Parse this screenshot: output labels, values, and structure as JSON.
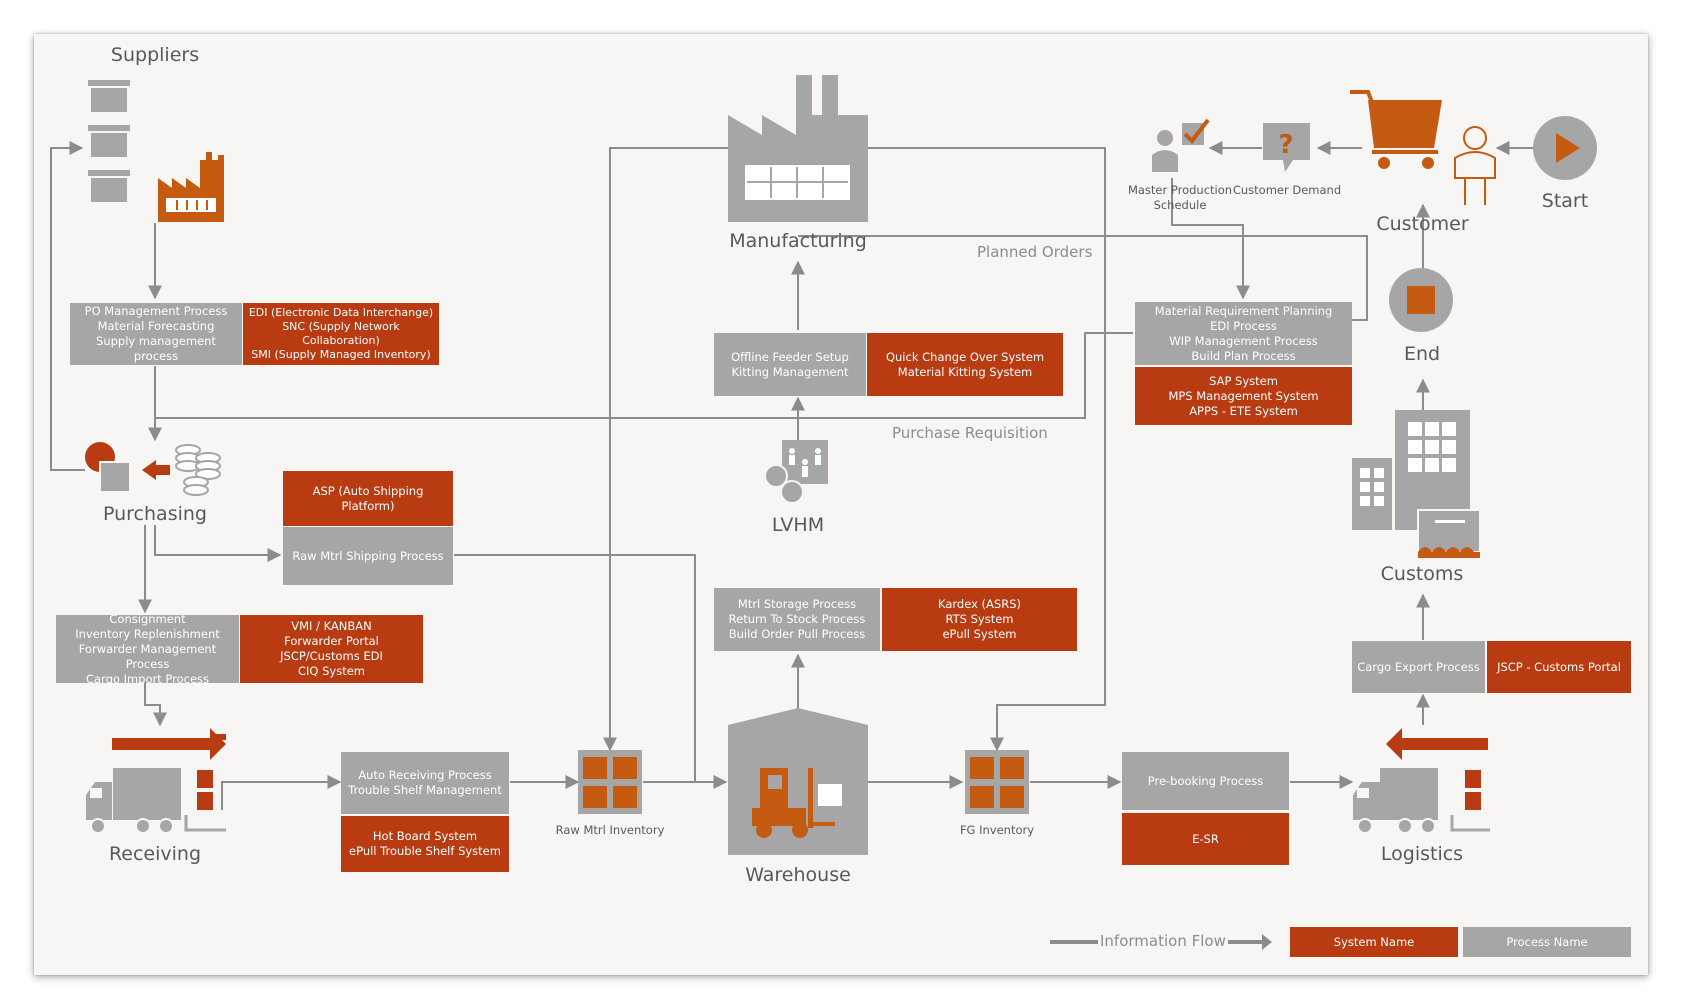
{
  "labels": {
    "suppliers": "Suppliers",
    "purchasing": "Purchasing",
    "receiving": "Receiving",
    "manufacturing": "Manufacturing",
    "lvhm": "LVHM",
    "warehouse": "Warehouse",
    "customer": "Customer",
    "start": "Start",
    "end": "End",
    "customs": "Customs",
    "logistics": "Logistics",
    "raw_mtrl_inventory": "Raw Mtrl Inventory",
    "fg_inventory": "FG Inventory",
    "master_production_schedule": "Master Production\nSchedule",
    "customer_demand": "Customer Demand",
    "planned_orders": "Planned Orders",
    "purchase_requisition": "Purchase Requisition"
  },
  "boxes": {
    "po_process": "PO Management Process\nMaterial Forecasting\nSupply management process",
    "po_system": "EDI (Electronic Data Interchange)\nSNC (Supply Network\nCollaboration)\nSMI (Supply Managed Inventory)",
    "asp_system": "ASP (Auto Shipping\nPlatform)",
    "raw_shipping_process": "Raw Mtrl Shipping Process",
    "consign_process": "Consignment\nInventory Replenishment\nForwarder Management Process\nCargo Import Process",
    "consign_system": "VMI / KANBAN\nForwarder Portal\nJSCP/Customs EDI\nCIQ System",
    "receiving_process": "Auto Receiving Process\nTrouble Shelf Management",
    "receiving_system": "Hot Board System\nePull Trouble Shelf System",
    "feeder_process": "Offline Feeder Setup\nKitting Management",
    "feeder_system": "Quick Change Over System\nMaterial Kitting System",
    "storage_process": "Mtrl Storage Process\nReturn To Stock Process\nBuild Order Pull Process",
    "storage_system": "Kardex (ASRS)\nRTS System\nePull System",
    "mrp_process": "Material Requirement Planning\nEDI Process\nWIP Management Process\nBuild Plan Process",
    "mrp_system": "SAP System\nMPS Management System\nAPPS - ETE System",
    "prebooking_process": "Pre-booking Process",
    "esr_system": "E-SR",
    "cargo_export_process": "Cargo Export Process",
    "jscp_system": "JSCP - Customs Portal"
  },
  "legend": {
    "information_flow": "Information Flow",
    "system_name": "System Name",
    "process_name": "Process Name"
  },
  "colors": {
    "system_red": "#b83b11",
    "process_gray": "#a6a6a6",
    "icon_orange": "#c55a11",
    "line_gray": "#8c8c8c",
    "background": "#f8f6f5"
  }
}
